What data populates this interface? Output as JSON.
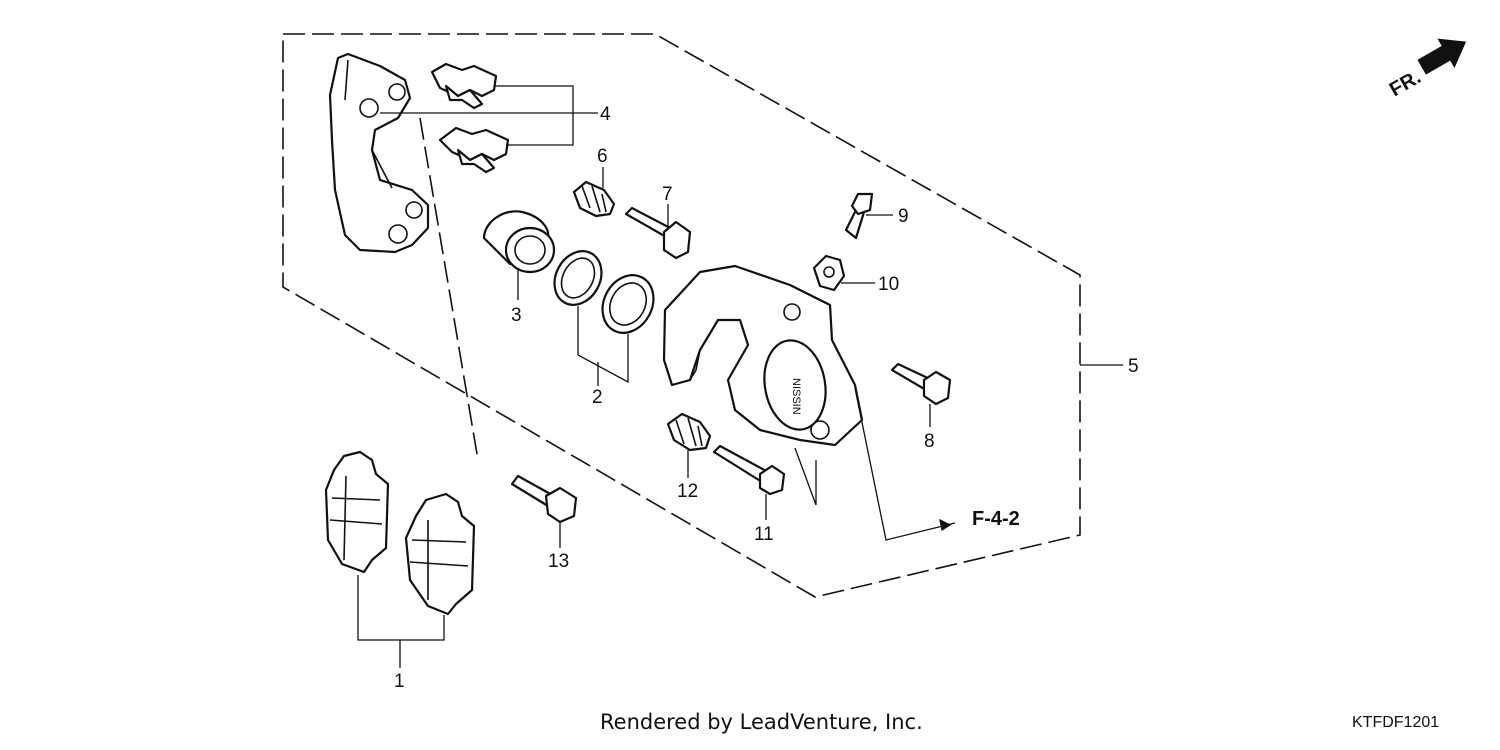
{
  "diagram": {
    "callouts": [
      {
        "id": "1",
        "label": "1"
      },
      {
        "id": "2",
        "label": "2"
      },
      {
        "id": "3",
        "label": "3"
      },
      {
        "id": "4",
        "label": "4"
      },
      {
        "id": "5",
        "label": "5"
      },
      {
        "id": "6",
        "label": "6"
      },
      {
        "id": "7",
        "label": "7"
      },
      {
        "id": "8",
        "label": "8"
      },
      {
        "id": "9",
        "label": "9"
      },
      {
        "id": "10",
        "label": "10"
      },
      {
        "id": "11",
        "label": "11"
      },
      {
        "id": "12",
        "label": "12"
      },
      {
        "id": "13",
        "label": "13"
      }
    ],
    "reference": "F-4-2",
    "front_marker": "FR.",
    "caliper_mark": "NISSIN"
  },
  "footer": {
    "credit": "Rendered by LeadVenture, Inc.",
    "code": "KTFDF1201"
  }
}
